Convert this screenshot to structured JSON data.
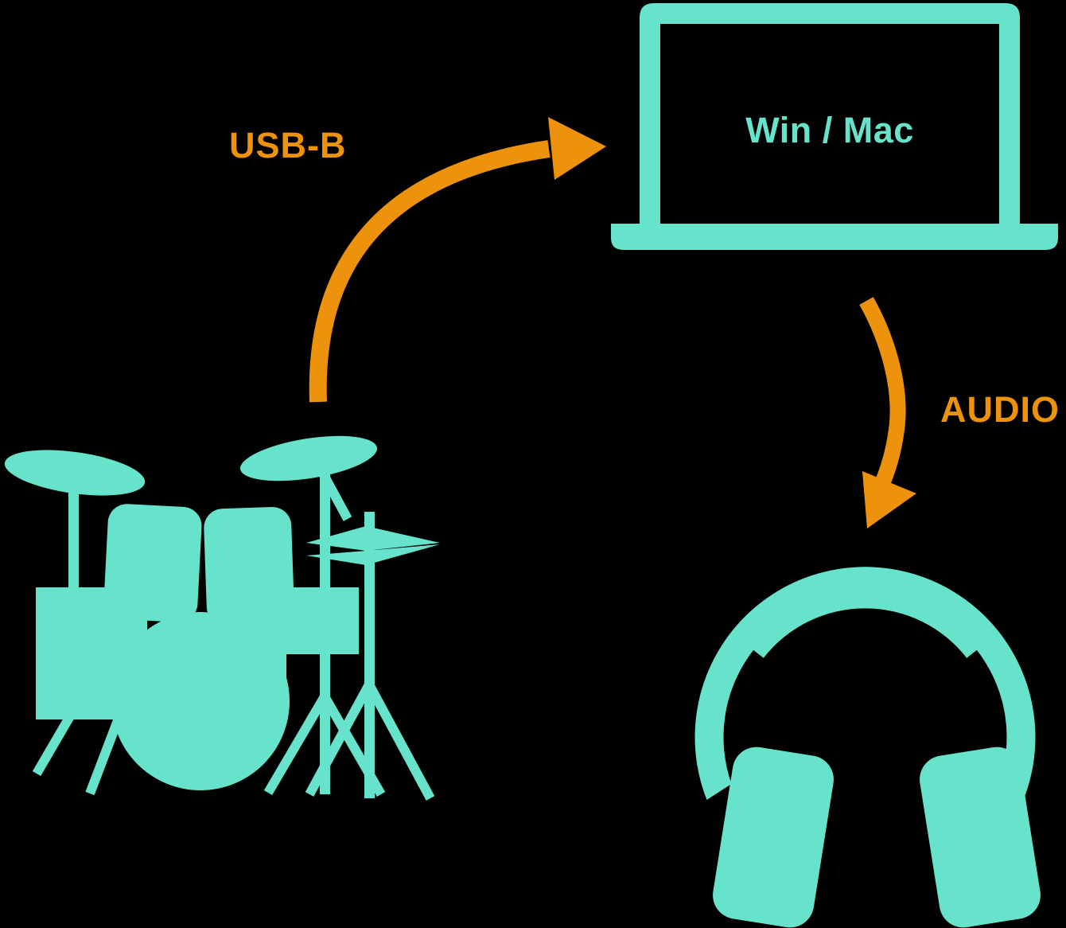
{
  "colors": {
    "background": "#000000",
    "teal": "#66E3CA",
    "orange": "#EC920C"
  },
  "diagram": {
    "nodes": {
      "drums": {
        "icon": "drum-kit-icon"
      },
      "computer": {
        "icon": "laptop-icon",
        "label": "Win / Mac"
      },
      "headphones": {
        "icon": "headphones-icon"
      }
    },
    "connections": [
      {
        "from": "drums",
        "to": "computer",
        "label": "USB-B",
        "cable": "usb"
      },
      {
        "from": "computer",
        "to": "headphones",
        "label": "AUDIO",
        "cable": "audio"
      }
    ]
  }
}
